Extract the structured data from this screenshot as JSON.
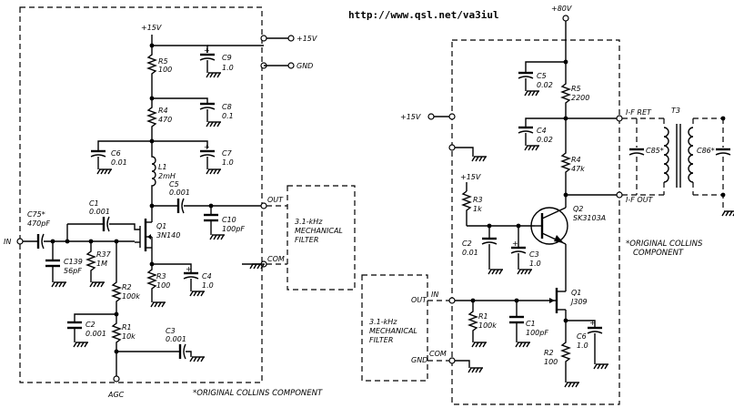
{
  "url": "http://www.qsl.net/va3iul",
  "left": {
    "supply": "+15V",
    "terminals": {
      "v15": "+15V",
      "gnd": "GND",
      "in": "IN",
      "agc": "AGC",
      "out": "OUT",
      "com": "COM"
    },
    "filter": [
      "3.1-kHz",
      "MECHANICAL",
      "FILTER"
    ],
    "note": "*ORIGINAL COLLINS COMPONENT",
    "parts": [
      {
        "ref": "R5",
        "val": "100"
      },
      {
        "ref": "C9",
        "val": "1.0"
      },
      {
        "ref": "R4",
        "val": "470"
      },
      {
        "ref": "C8",
        "val": "0.1"
      },
      {
        "ref": "C6",
        "val": "0.01"
      },
      {
        "ref": "C7",
        "val": "1.0"
      },
      {
        "ref": "L1",
        "val": "2mH"
      },
      {
        "ref": "C5",
        "val": "0.001"
      },
      {
        "ref": "C1",
        "val": "0.001"
      },
      {
        "ref": "C75*",
        "val": "470pF"
      },
      {
        "ref": "Q1",
        "val": "3N140"
      },
      {
        "ref": "C10",
        "val": "100pF"
      },
      {
        "ref": "C139",
        "val": "56pF"
      },
      {
        "ref": "R37",
        "val": "1M"
      },
      {
        "ref": "R3",
        "val": "100"
      },
      {
        "ref": "C4",
        "val": "1.0"
      },
      {
        "ref": "R2",
        "val": "100k"
      },
      {
        "ref": "C2",
        "val": "0.001"
      },
      {
        "ref": "R1",
        "val": "10k"
      },
      {
        "ref": "C3",
        "val": "0.001"
      }
    ]
  },
  "right": {
    "supply": "+80V",
    "terminals": {
      "v15": "+15V",
      "ifret": "I-F RET",
      "ifout": "I-F OUT",
      "out": "OUT",
      "in": "IN",
      "gnd": "GND",
      "com": "COM",
      "t3": "T3"
    },
    "filter": [
      "3.1-kHz",
      "MECHANICAL",
      "FILTER"
    ],
    "note": [
      "*ORIGINAL COLLINS",
      "COMPONENT"
    ],
    "parts": [
      {
        "ref": "C5",
        "val": "0.02"
      },
      {
        "ref": "R5",
        "val": "2200"
      },
      {
        "ref": "C4",
        "val": "0.02"
      },
      {
        "ref": "R4",
        "val": "47k"
      },
      {
        "ref": "C85*",
        "val": ""
      },
      {
        "ref": "C86*",
        "val": ""
      },
      {
        "ref": "+15V",
        "val": ""
      },
      {
        "ref": "R3",
        "val": "1k"
      },
      {
        "ref": "Q2",
        "val": "SK3103A"
      },
      {
        "ref": "C2",
        "val": "0.01"
      },
      {
        "ref": "C3",
        "val": "1.0"
      },
      {
        "ref": "Q1",
        "val": "J309"
      },
      {
        "ref": "R1",
        "val": "100k"
      },
      {
        "ref": "C1",
        "val": "100pF"
      },
      {
        "ref": "C6",
        "val": "1.0"
      },
      {
        "ref": "R2",
        "val": "100"
      }
    ]
  }
}
